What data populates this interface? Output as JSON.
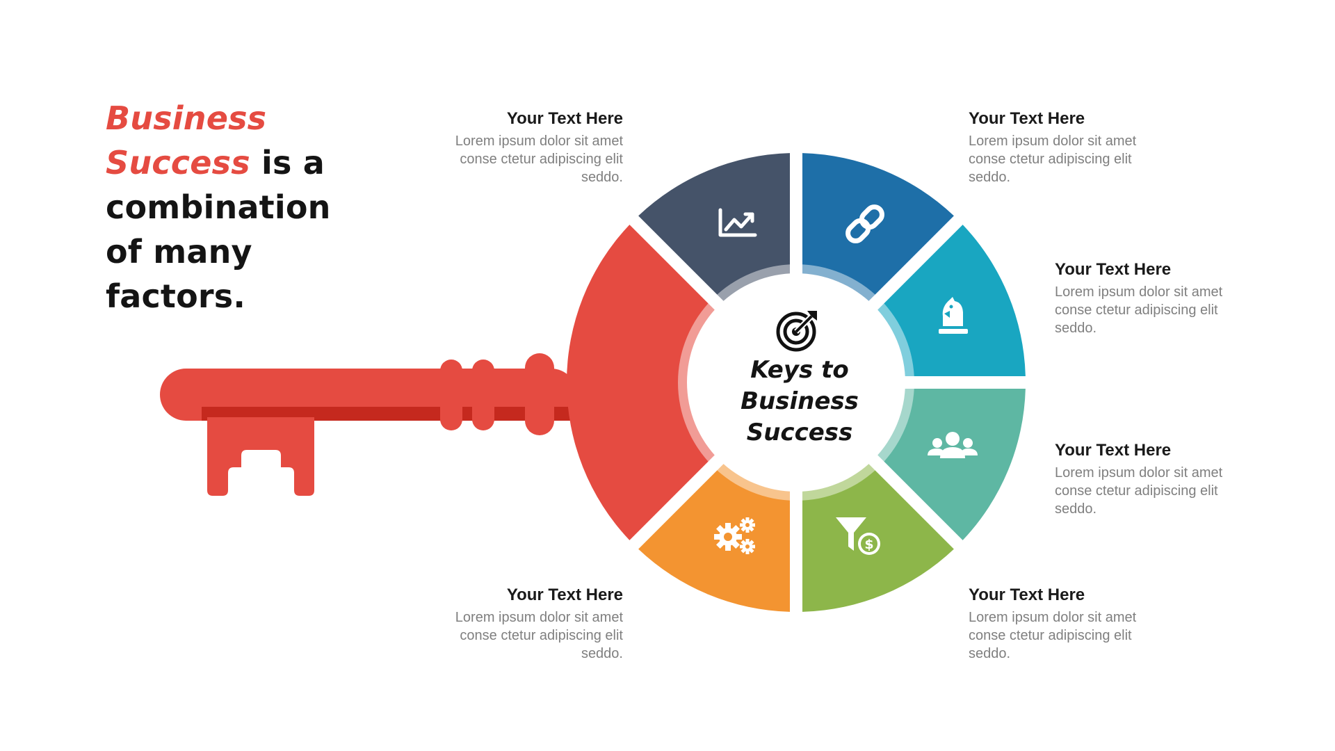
{
  "headline": {
    "accent_line1": "Business",
    "accent_line2": "Success",
    "rest_line2": " is a",
    "line3": "combination",
    "line4": "of many",
    "line5": "factors."
  },
  "center": {
    "line1": "Keys to",
    "line2": "Business",
    "line3": "Success"
  },
  "segments": [
    {
      "icon": "chart-trend-icon",
      "color": "#455369"
    },
    {
      "icon": "link-icon",
      "color": "#1e6fa8"
    },
    {
      "icon": "chess-knight-icon",
      "color": "#19a6c1"
    },
    {
      "icon": "team-icon",
      "color": "#5eb7a3"
    },
    {
      "icon": "funnel-dollar-icon",
      "color": "#8db64a"
    },
    {
      "icon": "gears-icon",
      "color": "#f39431"
    },
    {
      "icon": "key-bow",
      "color": "#e54b41"
    }
  ],
  "key_color": "#e54b41",
  "key_shadow_color": "#c5291e",
  "labels": [
    {
      "title": "Your Text Here",
      "line1": "Lorem ipsum dolor sit amet",
      "line2": "conse ctetur adipiscing elit",
      "line3": "seddo."
    },
    {
      "title": "Your Text Here",
      "line1": "Lorem ipsum dolor sit amet",
      "line2": "conse ctetur adipiscing elit",
      "line3": "seddo."
    },
    {
      "title": "Your Text Here",
      "line1": "Lorem ipsum dolor sit amet",
      "line2": "conse ctetur adipiscing elit",
      "line3": "seddo."
    },
    {
      "title": "Your Text Here",
      "line1": "Lorem ipsum dolor sit amet",
      "line2": "conse ctetur adipiscing elit",
      "line3": "seddo."
    },
    {
      "title": "Your Text Here",
      "line1": "Lorem ipsum dolor sit amet",
      "line2": "conse ctetur adipiscing elit",
      "line3": "seddo."
    },
    {
      "title": "Your Text Here",
      "line1": "Lorem ipsum dolor sit amet",
      "line2": "conse ctetur adipiscing elit",
      "line3": "seddo."
    }
  ]
}
